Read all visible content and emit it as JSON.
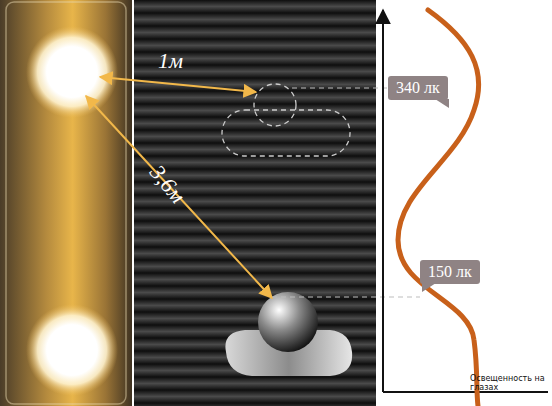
{
  "diagram": {
    "nodes": [
      {
        "text": [
          "340 лк"
        ]
      },
      {
        "text": [
          "150 лк"
        ]
      }
    ],
    "labels": [
      "1м",
      "3,6м",
      "Освещенность на глазах"
    ]
  }
}
